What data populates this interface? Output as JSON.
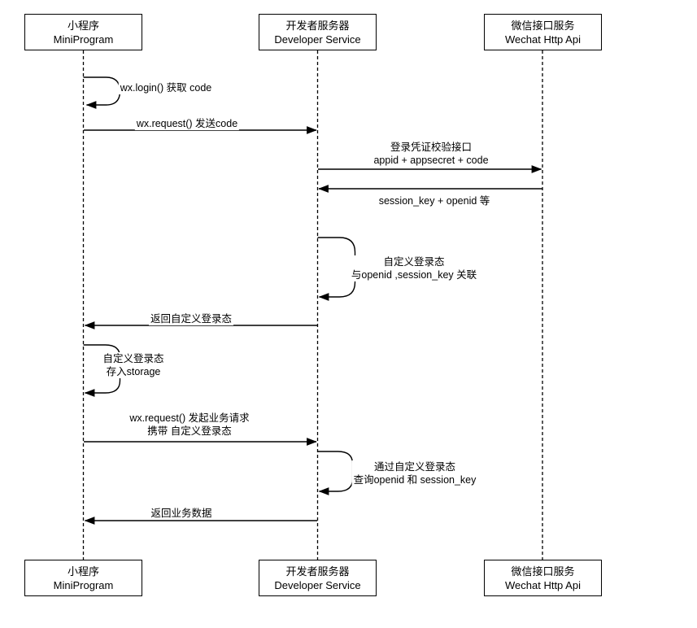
{
  "colors": {
    "line": "#000000",
    "background": "#ffffff",
    "text": "#000000"
  },
  "actors": [
    {
      "line1": "小程序",
      "line2": "MiniProgram"
    },
    {
      "line1": "开发者服务器",
      "line2": "Developer Service"
    },
    {
      "line1": "微信接口服务",
      "line2": "Wechat Http Api"
    }
  ],
  "messages": [
    {
      "kind": "self-call",
      "actor": "MiniProgram",
      "lines": [
        "wx.login() 获取 code"
      ]
    },
    {
      "kind": "arrow",
      "from": "MiniProgram",
      "to": "Developer Service",
      "lines": [
        "wx.request() 发送code"
      ]
    },
    {
      "kind": "arrow",
      "from": "Developer Service",
      "to": "Wechat Http Api",
      "lines": [
        "登录凭证校验接口",
        "appid + appsecret + code"
      ]
    },
    {
      "kind": "arrow",
      "from": "Wechat Http Api",
      "to": "Developer Service",
      "lines": [
        "session_key + openid 等"
      ]
    },
    {
      "kind": "self-call",
      "actor": "Developer Service",
      "lines": [
        "自定义登录态",
        "与openid ,session_key 关联"
      ]
    },
    {
      "kind": "arrow",
      "from": "Developer Service",
      "to": "MiniProgram",
      "lines": [
        "返回自定义登录态"
      ]
    },
    {
      "kind": "self-call",
      "actor": "MiniProgram",
      "lines": [
        "自定义登录态",
        "存入storage"
      ]
    },
    {
      "kind": "arrow",
      "from": "MiniProgram",
      "to": "Developer Service",
      "lines": [
        "wx.request() 发起业务请求",
        "携带 自定义登录态"
      ]
    },
    {
      "kind": "self-call",
      "actor": "Developer Service",
      "lines": [
        "通过自定义登录态",
        "查询openid 和 session_key"
      ]
    },
    {
      "kind": "arrow",
      "from": "Developer Service",
      "to": "MiniProgram",
      "lines": [
        "返回业务数据"
      ]
    }
  ]
}
